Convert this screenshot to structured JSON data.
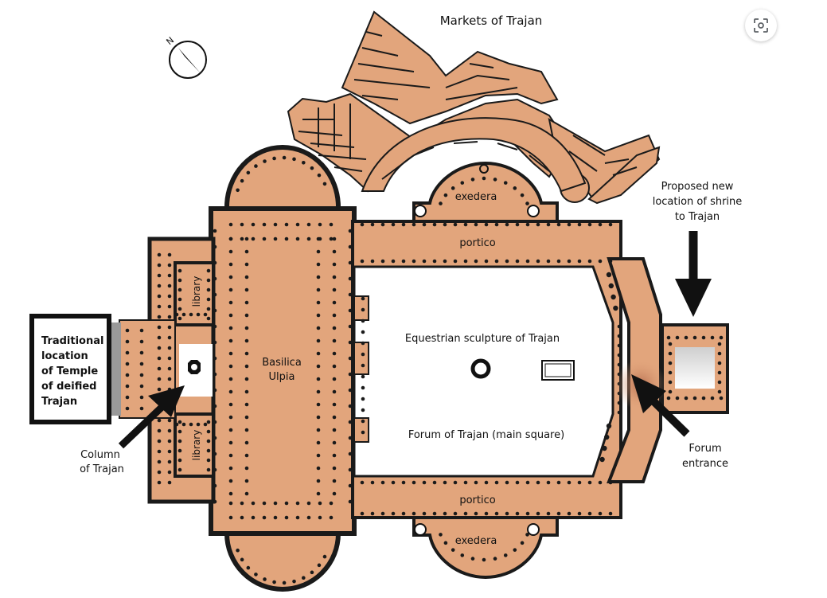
{
  "colors": {
    "building": "#e2a57c",
    "wall": "#1a1a1a",
    "court": "#ffffff"
  },
  "labels": {
    "markets": "Markets of Trajan",
    "exedera_top": "exedera",
    "portico_top": "portico",
    "exedera_bottom": "exedera",
    "portico_bottom": "portico",
    "library_top": "library",
    "library_bottom": "library",
    "basilica_1": "Basilica",
    "basilica_2": "Ulpia",
    "equestrian": "Equestrian sculpture of Trajan",
    "forum_square": "Forum of Trajan (main square)",
    "temple_1": "Traditional",
    "temple_2": "location",
    "temple_3": "of Temple",
    "temple_4": "of deified",
    "temple_5": "Trajan",
    "column_1": "Column",
    "column_2": "of Trajan",
    "shrine_1": "Proposed new",
    "shrine_2": "location of shrine",
    "shrine_3": "to Trajan",
    "entrance_1": "Forum",
    "entrance_2": "entrance"
  },
  "icons": {
    "compass": "north-arrow-icon",
    "lens": "visual-search-icon"
  }
}
